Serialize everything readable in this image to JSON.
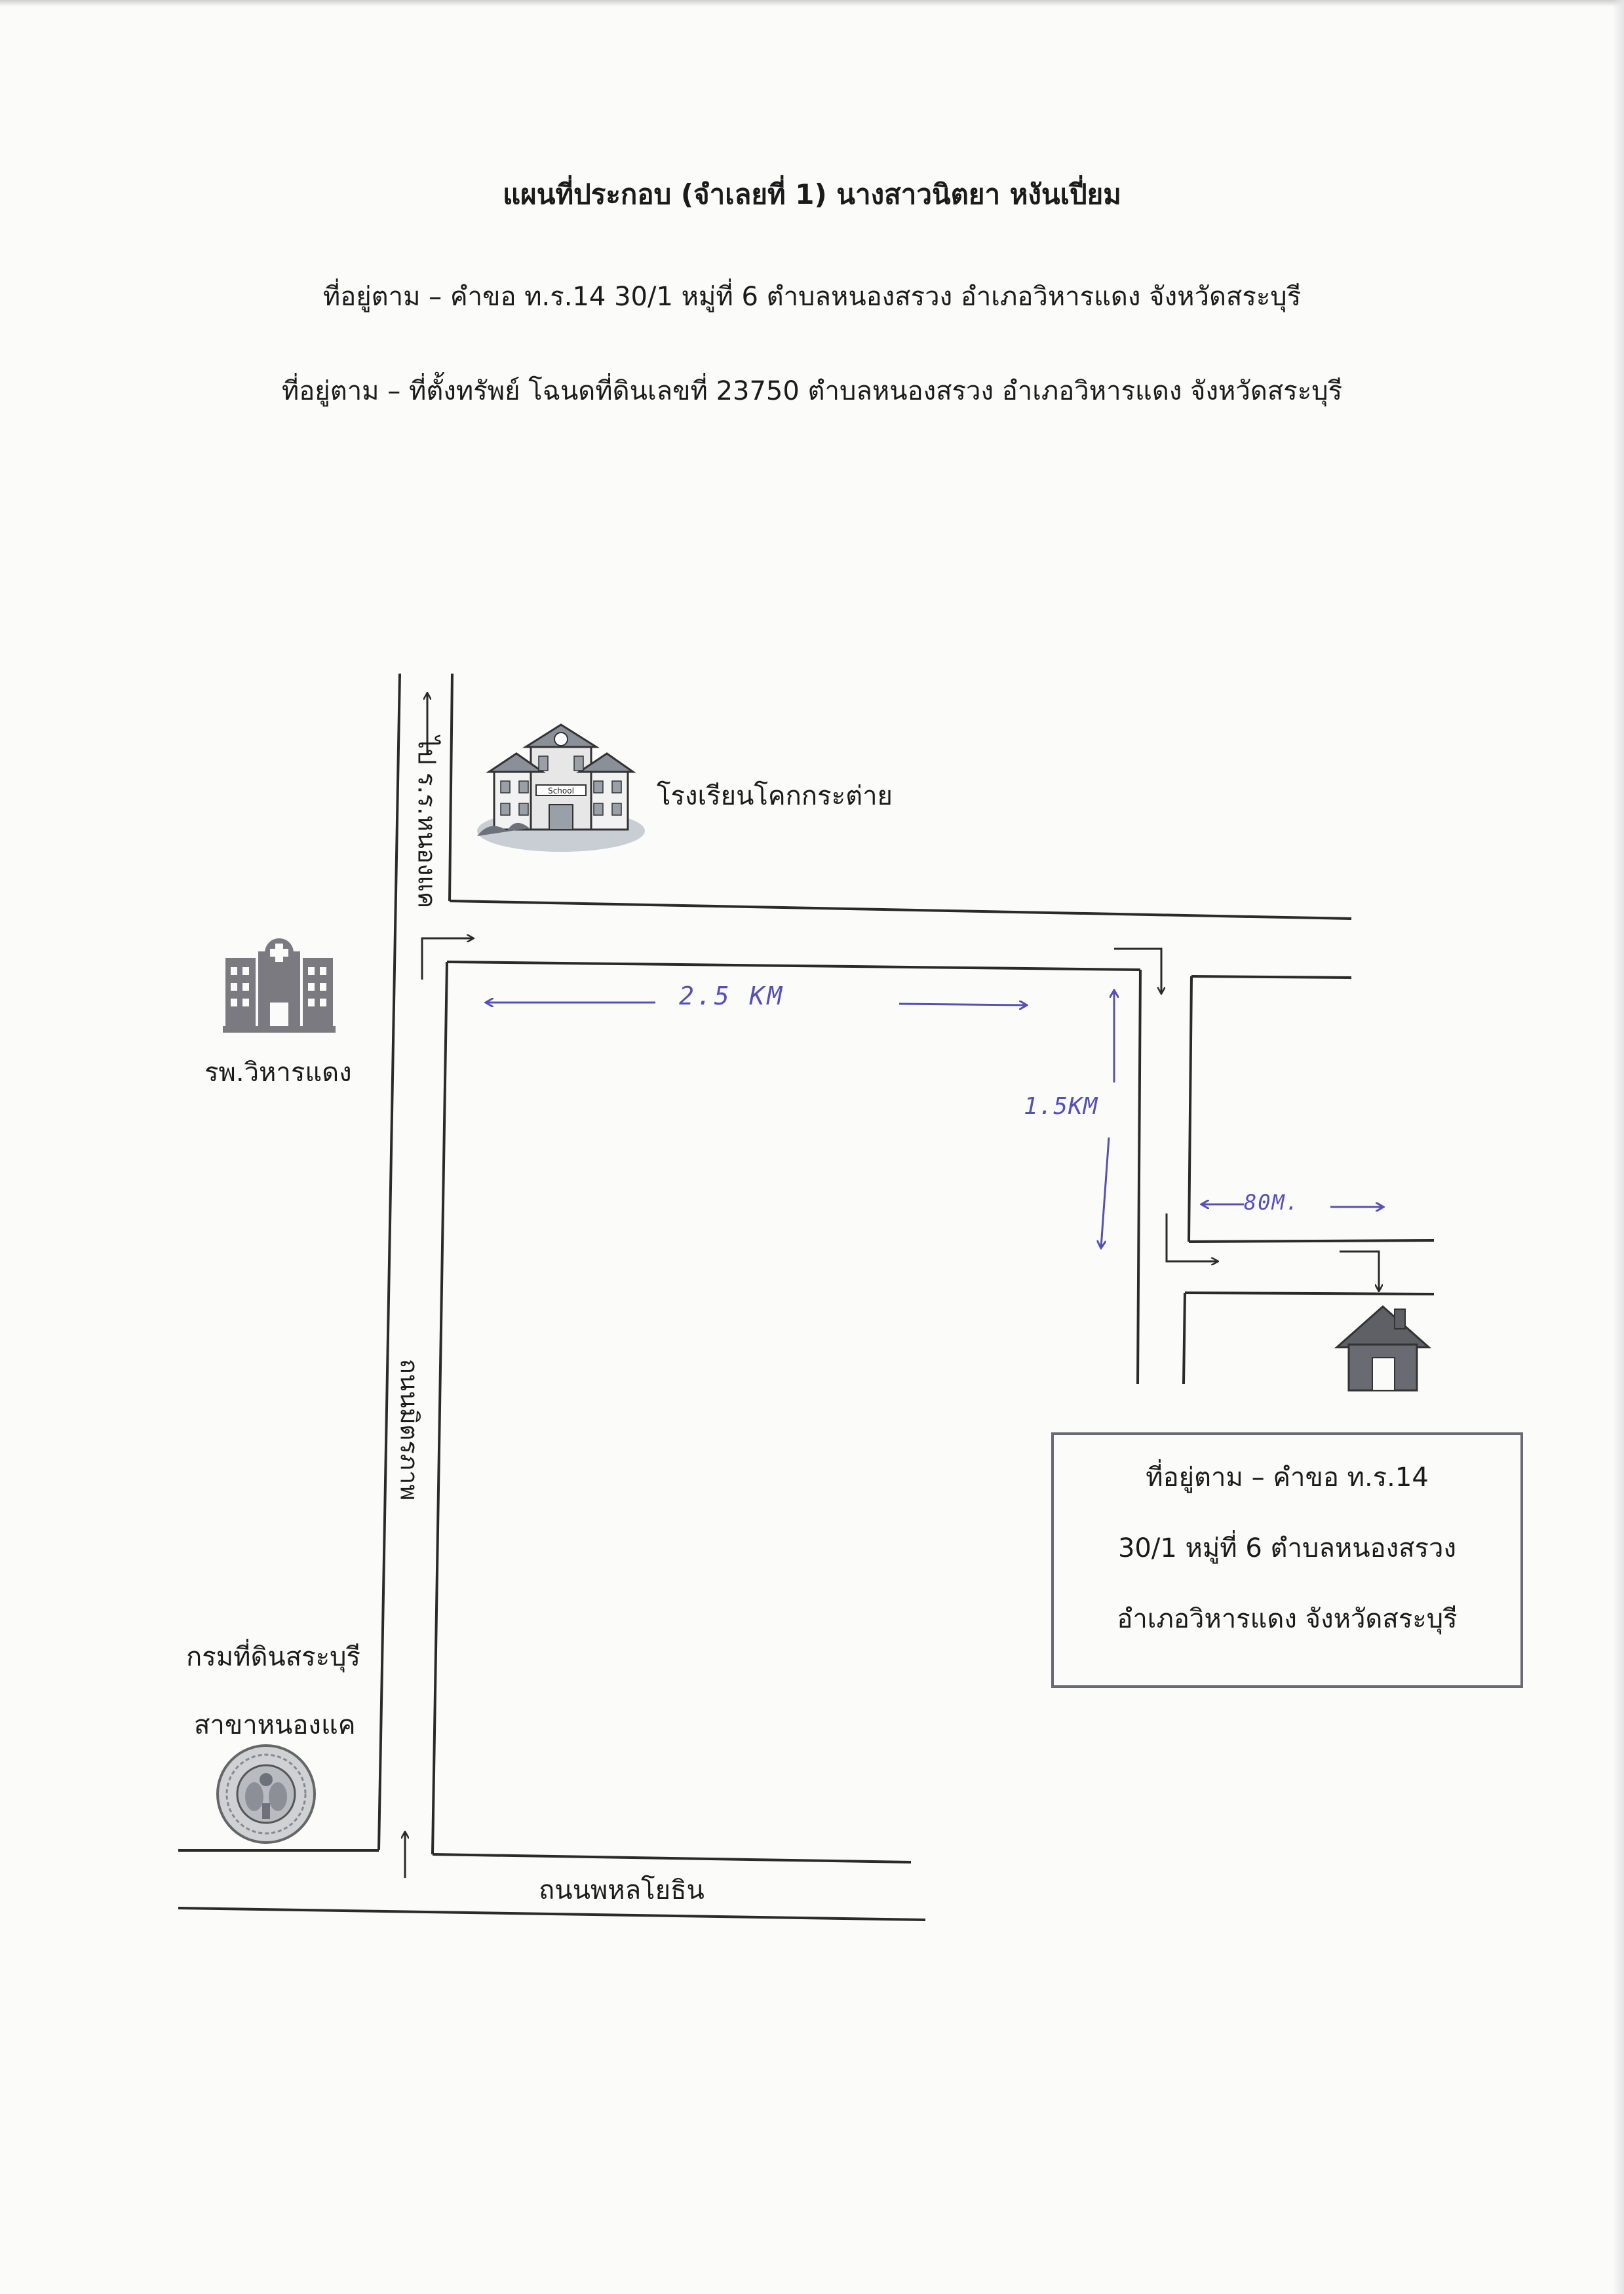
{
  "document": {
    "title": "แผนที่ประกอบ (จำเลยที่ 1)  นางสาวนิตยา  หงันเปี่ยม",
    "address_request": "ที่อยู่ตาม – คำขอ ท.ร.14 30/1 หมู่ที่ 6 ตำบลหนองสรวง อำเภอวิหารแดง จังหวัดสระบุรี",
    "address_property": "ที่อยู่ตาม – ที่ตั้งทรัพย์ โฉนดที่ดินเลขที่ 23750 ตำบลหนองสรวง อำเภอวิหารแดง จังหวัดสระบุรี"
  },
  "map": {
    "school_label": "โรงเรียนโคกกระต่าย",
    "school_sign": "School",
    "hospital_label": "รพ.วิหารแดง",
    "land_office_label_1": "กรมที่ดินสระบุรี",
    "land_office_label_2": "สาขาหนองแค",
    "road_upper_label": "ไป ร.ร.หนองแค",
    "road_lower_label": "ถนนมิตรภาพ",
    "road_bottom_label": "ถนนพหลโยธิน",
    "distance_horizontal": "2.5 KM",
    "distance_vertical": "1.5KM",
    "distance_short": "80M.",
    "address_box": {
      "line1": "ที่อยู่ตาม – คำขอ ท.ร.14",
      "line2": "30/1 หมู่ที่ 6 ตำบลหนองสรวง",
      "line3": "อำเภอวิหารแดง จังหวัดสระบุรี"
    },
    "colors": {
      "road": "#2a2a2a",
      "handwriting": "#5550b8",
      "icon_gray": "#7a7a80",
      "box_border": "#6a6a74"
    },
    "icons": [
      "school-icon",
      "hospital-icon",
      "seal-icon",
      "house-icon"
    ]
  }
}
